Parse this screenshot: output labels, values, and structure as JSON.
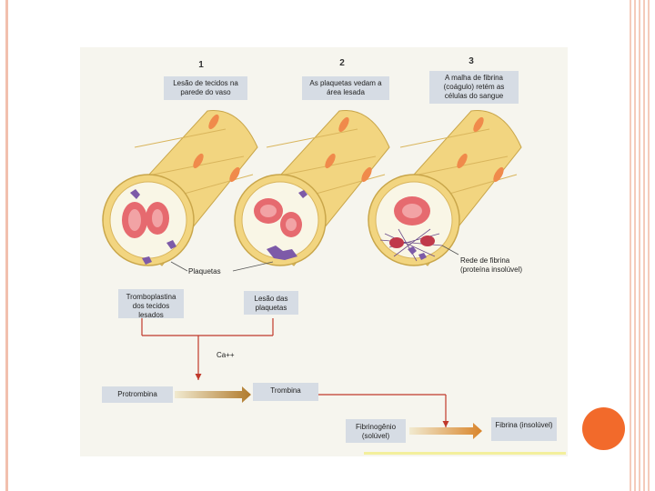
{
  "steps": [
    {
      "number": "1",
      "caption": "Lesão de tecidos na parede do vaso"
    },
    {
      "number": "2",
      "caption": "As plaquetas vedam a área lesada"
    },
    {
      "number": "3",
      "caption": "A malha de fibrina (coágulo) retém as células do sangue"
    }
  ],
  "labels": {
    "plaquetas": "Plaquetas",
    "rede_fibrina": "Rede de fibrina (proteína insolúvel)",
    "ca": "Ca++"
  },
  "flow": {
    "tromboplastina": "Tromboplastina dos tecidos lesados",
    "lesao_plaquetas": "Lesão das plaquetas",
    "protrombina": "Protrombina",
    "trombina": "Trombina",
    "fibrinogenio": "Fibrinogênio (solúvel)",
    "fibrina": "Fibrina (insolúvel)"
  },
  "colors": {
    "accent_dot": "#f26a2b",
    "frame": "#f2c0ae",
    "label_box": "#d6dce4",
    "vessel_wall": "#f2d580",
    "red_cell": "#e66a6f",
    "platelet": "#7d5aa8"
  }
}
